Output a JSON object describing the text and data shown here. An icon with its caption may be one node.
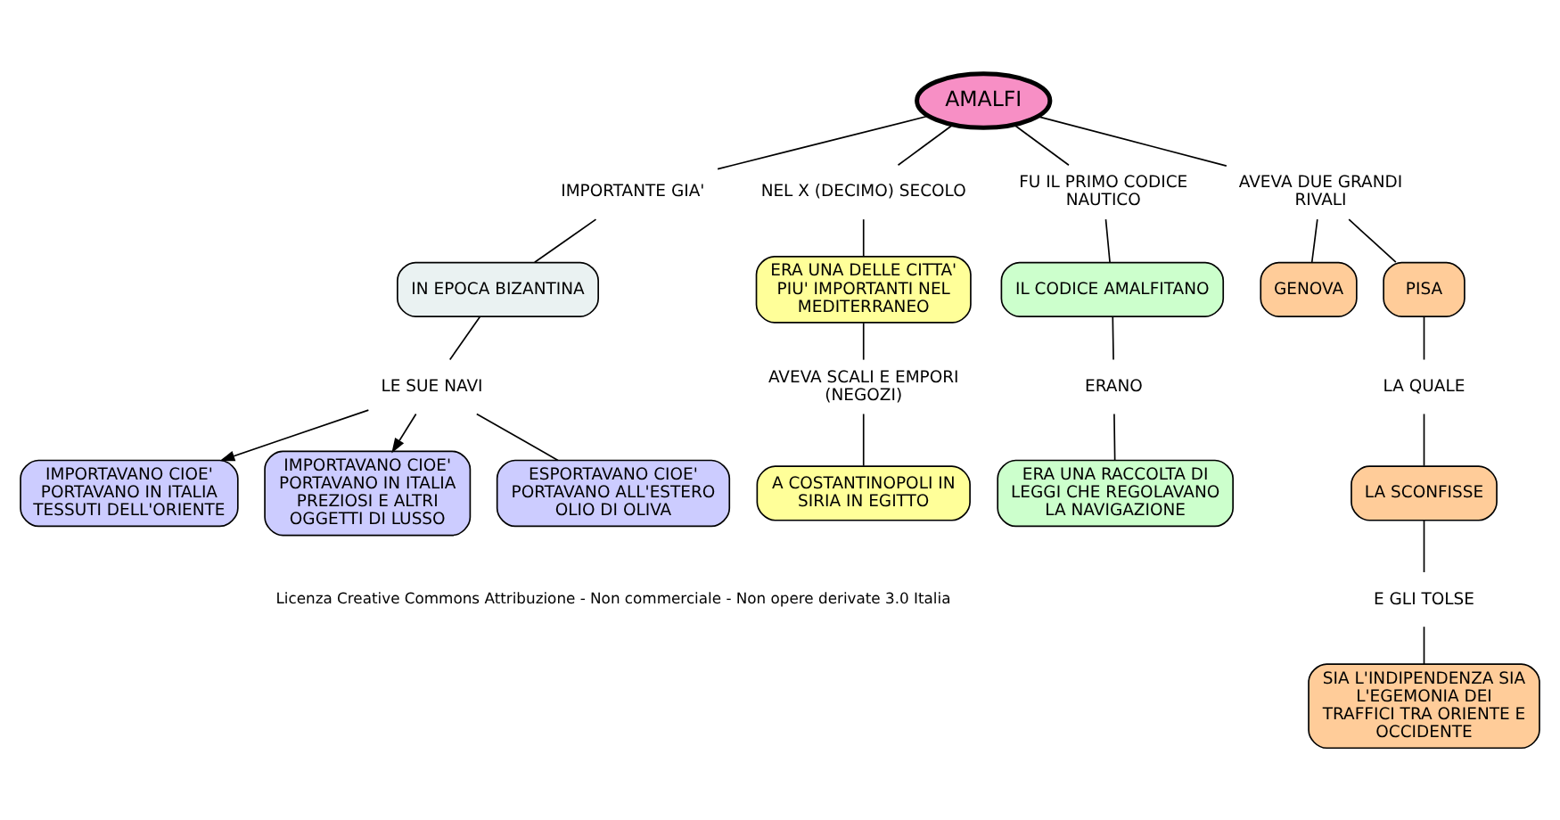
{
  "diagram": {
    "nodes": [
      {
        "text": [
          "AMALFI"
        ]
      },
      {
        "text": [
          "IMPORTANTE GIA'"
        ]
      },
      {
        "text": [
          "NEL X (DECIMO) SECOLO"
        ]
      },
      {
        "text": [
          "FU IL PRIMO CODICE NAUTICO"
        ]
      },
      {
        "text": [
          "AVEVA DUE GRANDI RIVALI"
        ]
      },
      {
        "text": [
          "IMPORTAVANO CIOE' PORTAVANO IN ITALIA TESSUTI DELL'ORIENTE"
        ]
      },
      {
        "text": [
          "IN EPOCA BIZANTINA"
        ]
      },
      {
        "text": [
          "ERA UNA DELLE CITTA' PIU' IMPORTANTI NEL MEDITERRANEO"
        ]
      },
      {
        "text": [
          "IL CODICE AMALFITANO"
        ]
      },
      {
        "text": [
          "GENOVA"
        ]
      },
      {
        "text": [
          "PISA"
        ]
      },
      {
        "text": [
          "IMPORTAVANO CIOE' PORTAVANO IN ITALIA PREZIOSI E ALTRI OGGETTI DI LUSSO"
        ]
      },
      {
        "text": [
          "AVEVA SCALI E EMPORI (NEGOZI)"
        ]
      },
      {
        "text": [
          "ERANO"
        ]
      },
      {
        "text": [
          "LA QUALE"
        ]
      },
      {
        "text": [
          "LE SUE NAVI"
        ]
      },
      {
        "text": [
          "LA SCONFISSE"
        ]
      },
      {
        "text": [
          "A COSTANTINOPOLI IN SIRIA IN EGITTO"
        ]
      },
      {
        "text": [
          "ERA UNA RACCOLTA DI LEGGI CHE REGOLAVANO LA NAVIGAZIONE"
        ]
      },
      {
        "text": [
          "E GLI TOLSE"
        ]
      },
      {
        "text": [
          "ESPORTAVANO CIOE' PORTAVANO ALL'ESTERO OLIO DI OLIVA"
        ]
      },
      {
        "text": [
          "SIA L'INDIPENDENZA SIA L'EGEMONIA DEI TRAFFICI TRA ORIENTE E OCCIDENTE"
        ]
      }
    ],
    "edges": [
      {
        "from": 0,
        "to": 1,
        "arrow": "none"
      },
      {
        "from": 0,
        "to": 2,
        "arrow": "none"
      },
      {
        "from": 0,
        "to": 3,
        "arrow": "none"
      },
      {
        "from": 0,
        "to": 4,
        "arrow": "none"
      },
      {
        "from": 1,
        "to": 6,
        "arrow": "none"
      },
      {
        "from": 2,
        "to": 7,
        "arrow": "none"
      },
      {
        "from": 3,
        "to": 8,
        "arrow": "none"
      },
      {
        "from": 4,
        "to": 9,
        "arrow": "none"
      },
      {
        "from": 4,
        "to": 10,
        "arrow": "none"
      },
      {
        "from": 6,
        "to": 15,
        "arrow": "none"
      },
      {
        "from": 15,
        "to": 5,
        "arrow": "to"
      },
      {
        "from": 15,
        "to": 11,
        "arrow": "to"
      },
      {
        "from": 15,
        "to": 20,
        "arrow": "none"
      },
      {
        "from": 7,
        "to": 12,
        "arrow": "none"
      },
      {
        "from": 12,
        "to": 17,
        "arrow": "none"
      },
      {
        "from": 8,
        "to": 13,
        "arrow": "none"
      },
      {
        "from": 13,
        "to": 18,
        "arrow": "none"
      },
      {
        "from": 10,
        "to": 14,
        "arrow": "none"
      },
      {
        "from": 14,
        "to": 16,
        "arrow": "none"
      },
      {
        "from": 16,
        "to": 19,
        "arrow": "none"
      },
      {
        "from": 19,
        "to": 21,
        "arrow": "none"
      }
    ],
    "labels": [
      "Licenza Creative Commons Attribuzione - Non commerciale - Non opere derivate 3.0 Italia"
    ]
  }
}
